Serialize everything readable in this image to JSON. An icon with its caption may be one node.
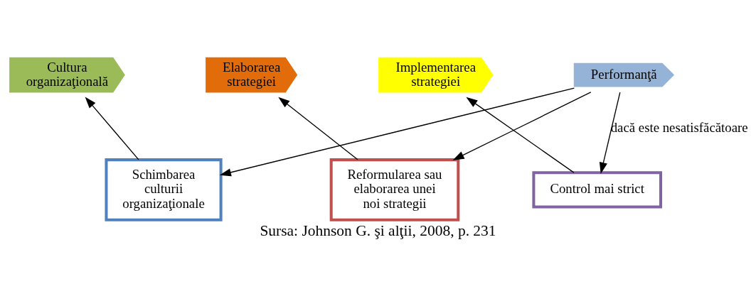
{
  "diagram": {
    "caption": "Sursa: Johnson G. şi alţii, 2008, p. 231",
    "nodes": [
      {
        "text": [
          "Cultura organizaţională"
        ]
      },
      {
        "text": [
          "Elaborarea strategiei"
        ]
      },
      {
        "text": [
          "Implementarea strategiei"
        ]
      },
      {
        "text": [
          "Performanţă"
        ]
      },
      {
        "text": [
          "Control mai strict"
        ]
      },
      {
        "text": [
          "Reformularea sau elaborarea unei noi strategii"
        ]
      },
      {
        "text": [
          "Schimbarea culturii organizaţionale"
        ]
      }
    ],
    "edges": [
      {
        "from": 6,
        "to": 0,
        "arrow": "to"
      },
      {
        "from": 5,
        "to": 1,
        "arrow": "to"
      },
      {
        "from": 4,
        "to": 2,
        "arrow": "to"
      },
      {
        "from": 3,
        "to": 4,
        "arrow": "to",
        "label": "dacă este nesatisfăcătoare"
      },
      {
        "from": 3,
        "to": 5,
        "arrow": "to"
      },
      {
        "from": 3,
        "to": 6,
        "arrow": "to"
      }
    ]
  }
}
